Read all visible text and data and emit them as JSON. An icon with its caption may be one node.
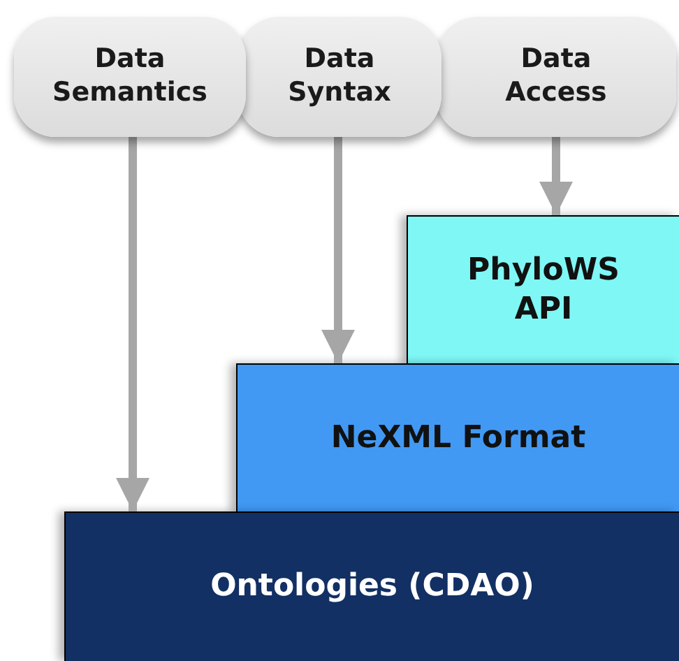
{
  "diagram": {
    "nodes": [
      {
        "text": [
          "Data Semantics"
        ]
      },
      {
        "text": [
          "Data Syntax"
        ]
      },
      {
        "text": [
          "Data Access"
        ]
      },
      {
        "text": [
          "PhyloWS API"
        ]
      },
      {
        "text": [
          "NeXML Format"
        ]
      },
      {
        "text": [
          "Ontologies (CDAO)"
        ]
      }
    ],
    "edges": [
      {
        "from": 0,
        "to": 5,
        "arrow": "to"
      },
      {
        "from": 1,
        "to": 4,
        "arrow": "to"
      },
      {
        "from": 2,
        "to": 3,
        "arrow": "to"
      }
    ]
  }
}
